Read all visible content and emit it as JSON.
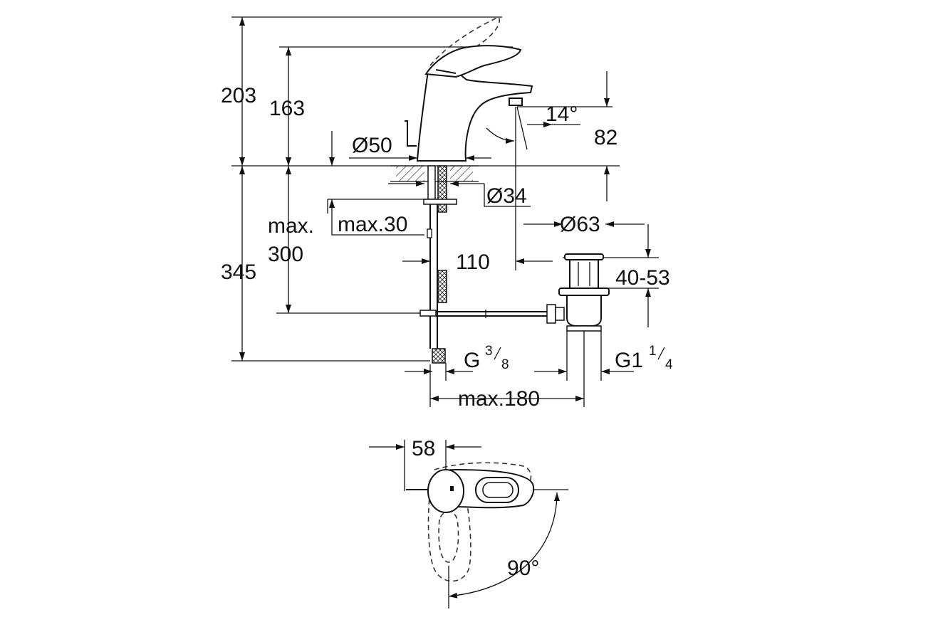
{
  "dimensions": {
    "total_height": "203",
    "spout_height": "163",
    "body_diameter": "Ø50",
    "spout_angle": "14°",
    "outlet_height": "82",
    "hole_diameter": "Ø34",
    "max_thickness": "max.30",
    "max_word": "max.",
    "max_depth": "300",
    "below_counter": "345",
    "outlet_offset": "110",
    "waste_diameter": "Ø63",
    "waste_range": "40-53",
    "supply_thread_base": "G",
    "supply_thread_num": "3",
    "supply_thread_den": "8",
    "waste_thread_base": "G1",
    "waste_thread_num": "1",
    "waste_thread_den": "4",
    "max_distance": "max.180",
    "top_offset": "58",
    "rotation": "90°"
  }
}
